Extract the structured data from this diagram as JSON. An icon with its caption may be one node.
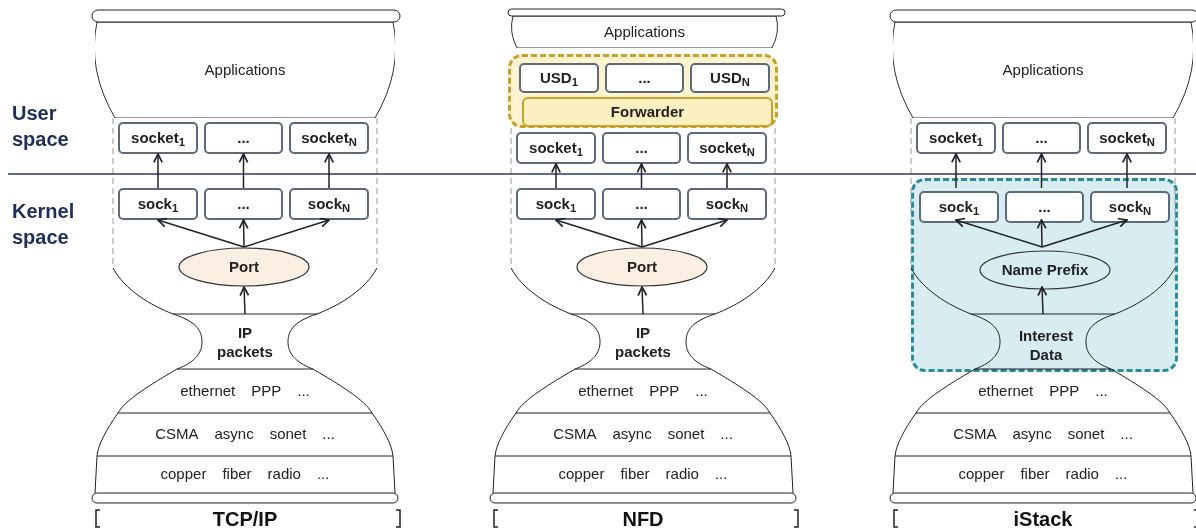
{
  "diagram": {
    "nodes": [
      {
        "text": [
          "Applications"
        ]
      },
      {
        "text": [
          "socket$_{1}$"
        ]
      },
      {
        "text": [
          "..."
        ]
      },
      {
        "text": [
          "socket$_{N}$"
        ]
      },
      {
        "text": [
          "sock$_{1}$"
        ]
      },
      {
        "text": [
          "..."
        ]
      },
      {
        "text": [
          "sock$_{N}$"
        ]
      },
      {
        "text": [
          "Port"
        ]
      },
      {
        "text": [
          "IP packets"
        ]
      },
      {
        "text": [
          "ethernet",
          "PPP",
          "..."
        ]
      },
      {
        "text": [
          "CSMA",
          "async",
          "sonet",
          "..."
        ]
      },
      {
        "text": [
          "copper",
          "fiber",
          "radio",
          "..."
        ]
      },
      {
        "text": [
          "Applications"
        ]
      },
      {
        "text": [],
        "shape": "box"
      },
      {
        "text": [
          "USD$_{1}$"
        ],
        "in": 13
      },
      {
        "text": [
          "..."
        ],
        "in": 13
      },
      {
        "text": [
          "USD$_{N}$"
        ],
        "in": 13
      },
      {
        "text": [
          "Forwarder"
        ],
        "in": 13
      },
      {
        "text": [
          "socket$_{1}$"
        ]
      },
      {
        "text": [
          "..."
        ]
      },
      {
        "text": [
          "socket$_{N}$"
        ]
      },
      {
        "text": [
          "sock$_{1}$"
        ]
      },
      {
        "text": [
          "..."
        ]
      },
      {
        "text": [
          "sock$_{N}$"
        ]
      },
      {
        "text": [
          "Port"
        ]
      },
      {
        "text": [
          "IP packets"
        ]
      },
      {
        "text": [
          "ethernet",
          "PPP",
          "..."
        ]
      },
      {
        "text": [
          "CSMA",
          "async",
          "sonet",
          "..."
        ]
      },
      {
        "text": [
          "copper",
          "fiber",
          "radio",
          "..."
        ]
      },
      {
        "text": [
          "Applications"
        ]
      },
      {
        "text": [
          "socket$_{1}$"
        ]
      },
      {
        "text": [
          "..."
        ]
      },
      {
        "text": [
          "socket$_{N}$"
        ]
      },
      {
        "text": [],
        "shape": "box"
      },
      {
        "text": [
          "sock$_{1}$"
        ],
        "in": 33
      },
      {
        "text": [
          "..."
        ],
        "in": 33
      },
      {
        "text": [
          "sock$_{N}$"
        ],
        "in": 33
      },
      {
        "text": [
          "Name Prefix"
        ],
        "in": 33
      },
      {
        "text": [
          "Interest Data"
        ],
        "in": 33
      },
      {
        "text": [
          "ethernet",
          "PPP",
          "..."
        ]
      },
      {
        "text": [
          "CSMA",
          "async",
          "sonet",
          "..."
        ]
      },
      {
        "text": [
          "copper",
          "fiber",
          "radio",
          "..."
        ]
      }
    ],
    "edges": [
      {
        "from": 4,
        "to": 1,
        "arrow": "to"
      },
      {
        "from": 5,
        "to": 2,
        "arrow": "to"
      },
      {
        "from": 6,
        "to": 3,
        "arrow": "to"
      },
      {
        "from": 7,
        "to": 4,
        "arrow": "to"
      },
      {
        "from": 7,
        "to": 5,
        "arrow": "to"
      },
      {
        "from": 7,
        "to": 6,
        "arrow": "to"
      },
      {
        "from": 8,
        "to": 7,
        "arrow": "to"
      },
      {
        "from": 21,
        "to": 18,
        "arrow": "to"
      },
      {
        "from": 22,
        "to": 19,
        "arrow": "to"
      },
      {
        "from": 23,
        "to": 20,
        "arrow": "to"
      },
      {
        "from": 24,
        "to": 21,
        "arrow": "to"
      },
      {
        "from": 24,
        "to": 22,
        "arrow": "to"
      },
      {
        "from": 24,
        "to": 23,
        "arrow": "to"
      },
      {
        "from": 25,
        "to": 24,
        "arrow": "to"
      },
      {
        "from": 34,
        "to": 30,
        "arrow": "to"
      },
      {
        "from": 35,
        "to": 31,
        "arrow": "to"
      },
      {
        "from": 36,
        "to": 32,
        "arrow": "to"
      },
      {
        "from": 37,
        "to": 34,
        "arrow": "to"
      },
      {
        "from": 37,
        "to": 35,
        "arrow": "to"
      },
      {
        "from": 37,
        "to": 36,
        "arrow": "to"
      },
      {
        "from": 38,
        "to": 37,
        "arrow": "to"
      }
    ],
    "labels": [
      "User space",
      "Kernel space",
      "TCP/IP",
      "NFD",
      "iStack"
    ]
  }
}
